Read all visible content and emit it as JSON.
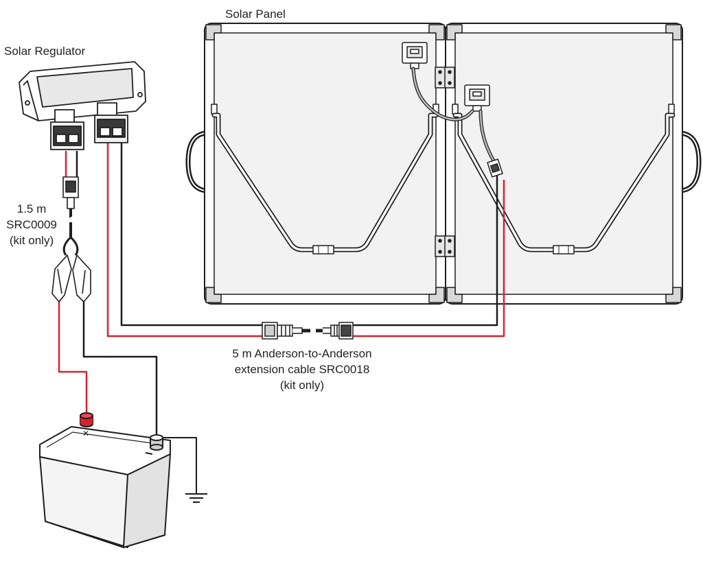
{
  "labels": {
    "solar_panel": "Solar Panel",
    "solar_regulator": "Solar Regulator",
    "clip_cable": [
      "1.5 m",
      "SRC0009",
      "(kit only)"
    ],
    "extension_cable": [
      "5 m Anderson-to-Anderson",
      "extension cable SRC0018",
      "(kit only)"
    ]
  },
  "colors": {
    "positive_wire": "#d7222f",
    "negative_wire": "#1a1a1a",
    "outline": "#1e1e1e",
    "panel_fill": "#f2f2f2",
    "component_fill": "#ffffff"
  },
  "components": {
    "battery_positive_terminal": "red",
    "battery_negative_terminal": "black",
    "ground_symbol": "earth-ground"
  }
}
